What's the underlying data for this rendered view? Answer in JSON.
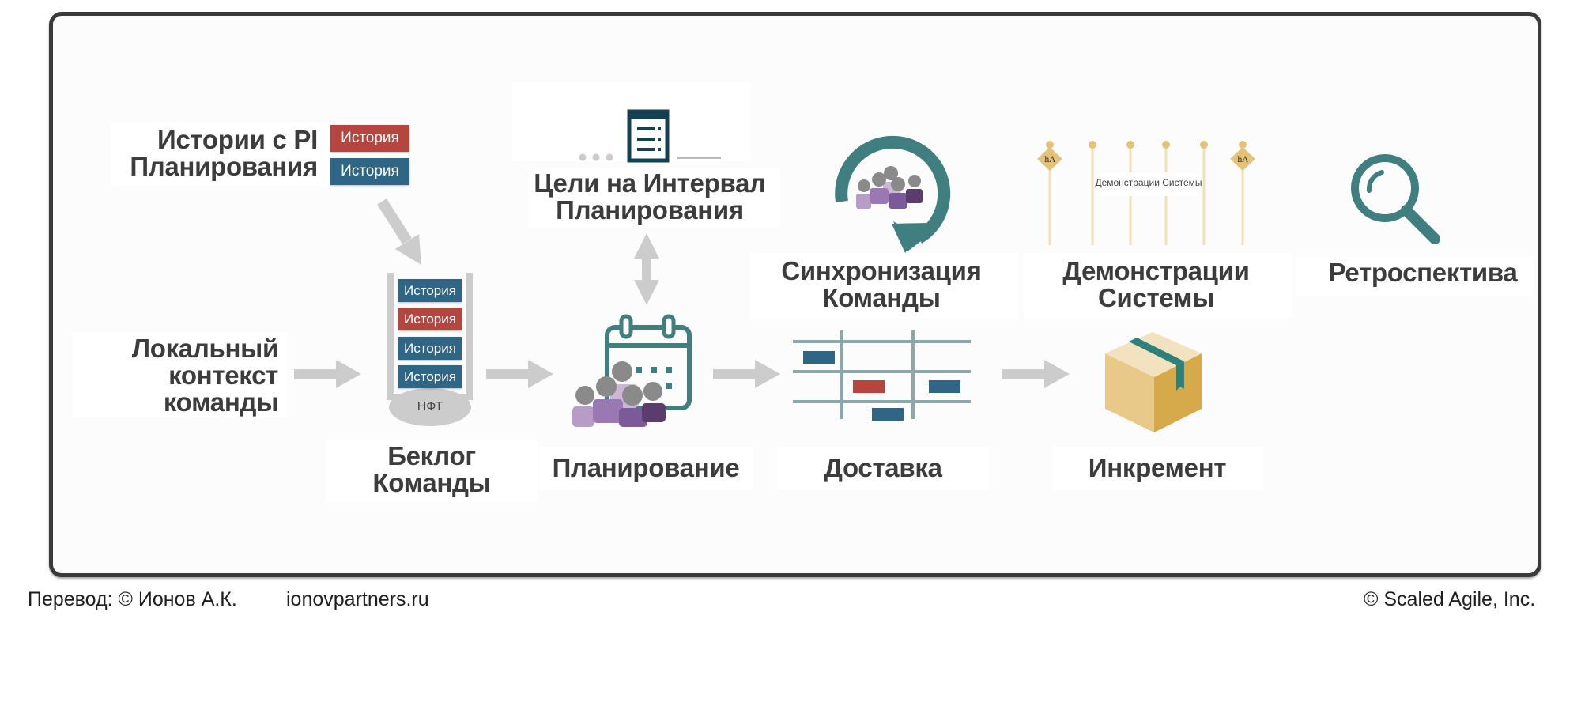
{
  "title": "Team PI flow",
  "colors": {
    "story_red": "#b5463f",
    "story_blue": "#2f6585",
    "teal": "#3f7f7f",
    "arrow_gray": "#cccccc",
    "frame": "#3a3a3a",
    "box_light": "#e8c98a",
    "box_dark": "#d6a94a",
    "purple_light": "#b89cc8",
    "purple_mid": "#8a64a8",
    "purple_dark": "#5a3c6e",
    "milestone_gold": "#e3c27a"
  },
  "pi_stories": {
    "label": "Истории с PI\nПланирования",
    "tags": [
      {
        "text": "История",
        "color": "red"
      },
      {
        "text": "История",
        "color": "blue"
      }
    ]
  },
  "local_context": {
    "label": "Локальный\nконтекст\nкоманды"
  },
  "backlog": {
    "label": "Беклог\nКоманды",
    "stories": [
      {
        "text": "История",
        "color": "blue"
      },
      {
        "text": "История",
        "color": "red"
      },
      {
        "text": "История",
        "color": "blue"
      },
      {
        "text": "История",
        "color": "blue"
      }
    ],
    "nfr_label": "НФТ"
  },
  "objectives": {
    "label": "Цели на Интервал\nПланирования",
    "icon": "document-list-icon"
  },
  "planning": {
    "label": "Планирование",
    "icon": "calendar-team-icon"
  },
  "delivery": {
    "label": "Доставка",
    "icon": "kanban-grid-icon"
  },
  "increment": {
    "label": "Инкремент",
    "icon": "package-box-icon"
  },
  "sync": {
    "label": "Синхронизация\nКоманды",
    "icon": "cycle-team-icon"
  },
  "demo": {
    "label": "Демонстрации\nСистемы",
    "timeline_label": "Демонстрации Системы",
    "icon": "milestone-timeline-icon"
  },
  "retro": {
    "label": "Ретроспектива",
    "icon": "magnifier-icon"
  },
  "footer": {
    "translation": "Перевод: © Ионов А.К.",
    "site": "ionovpartners.ru",
    "copyright": "© Scaled Agile,  Inc."
  }
}
